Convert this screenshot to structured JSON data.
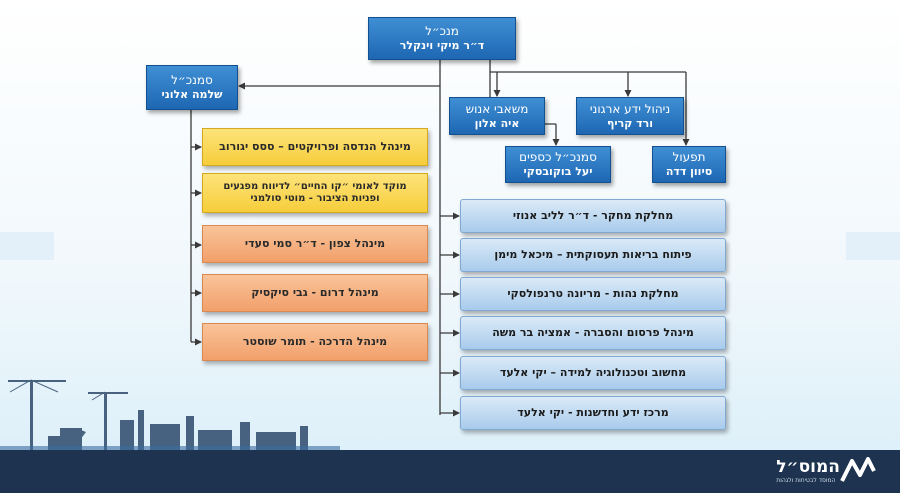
{
  "org": {
    "ceo": {
      "title": "מנכ״ל",
      "name": "ד״ר מיקי וינקלר"
    },
    "deputy": {
      "title": "סמנכ״ל",
      "name": "שלמה אלוני"
    },
    "hr": {
      "title": "משאבי אנוש",
      "name": "איה אלון"
    },
    "knowledge": {
      "title": "ניהול ידע ארגוני",
      "name": "ורד קריף"
    },
    "finance": {
      "title": "סמנכ״ל כספים",
      "name": "יעל בוקובסקי"
    },
    "operations": {
      "title": "תפעול",
      "name": "סיוון דדה"
    },
    "left_units": [
      {
        "text": "מינהל הנדסה ופרויקטים – ססס יגורוב",
        "color": "yellow"
      },
      {
        "text": "מוקד לאומי ״קו החיים״ לדיווח מפגעים ופניות הציבור - מוטי סולמני",
        "color": "yellow"
      },
      {
        "text": "מינהל צפון - ד״ר סמי סעדי",
        "color": "orange"
      },
      {
        "text": "מינהל דרום - גבי סיקסיק",
        "color": "orange"
      },
      {
        "text": "מינהל הדרכה - תומר שוסטר",
        "color": "orange"
      }
    ],
    "right_units": [
      {
        "text": "מחלקת מחקר - ד״ר לליב אנוזי"
      },
      {
        "text": "פיתוח בריאות תעסוקתית – מיכאל מימן"
      },
      {
        "text": "מחלקת נהות - מריונה טרנפולסקי"
      },
      {
        "text": "מינהל פרסום והסברה - אמציה בר משה"
      },
      {
        "text": "מחשוב וטכנולוגיה למידה – יקי אלעד"
      },
      {
        "text": "מרכז ידע וחדשנות - יקי אלעד"
      }
    ]
  },
  "logo": {
    "name": "המוס״ל",
    "tagline": "המוסד לבטיחות ולגהות"
  },
  "colors": {
    "blue": "#1e67b3",
    "yellow": "#f6cd3a",
    "orange": "#f2a06a",
    "light": "#a8cbec",
    "footer": "#1d3350"
  }
}
